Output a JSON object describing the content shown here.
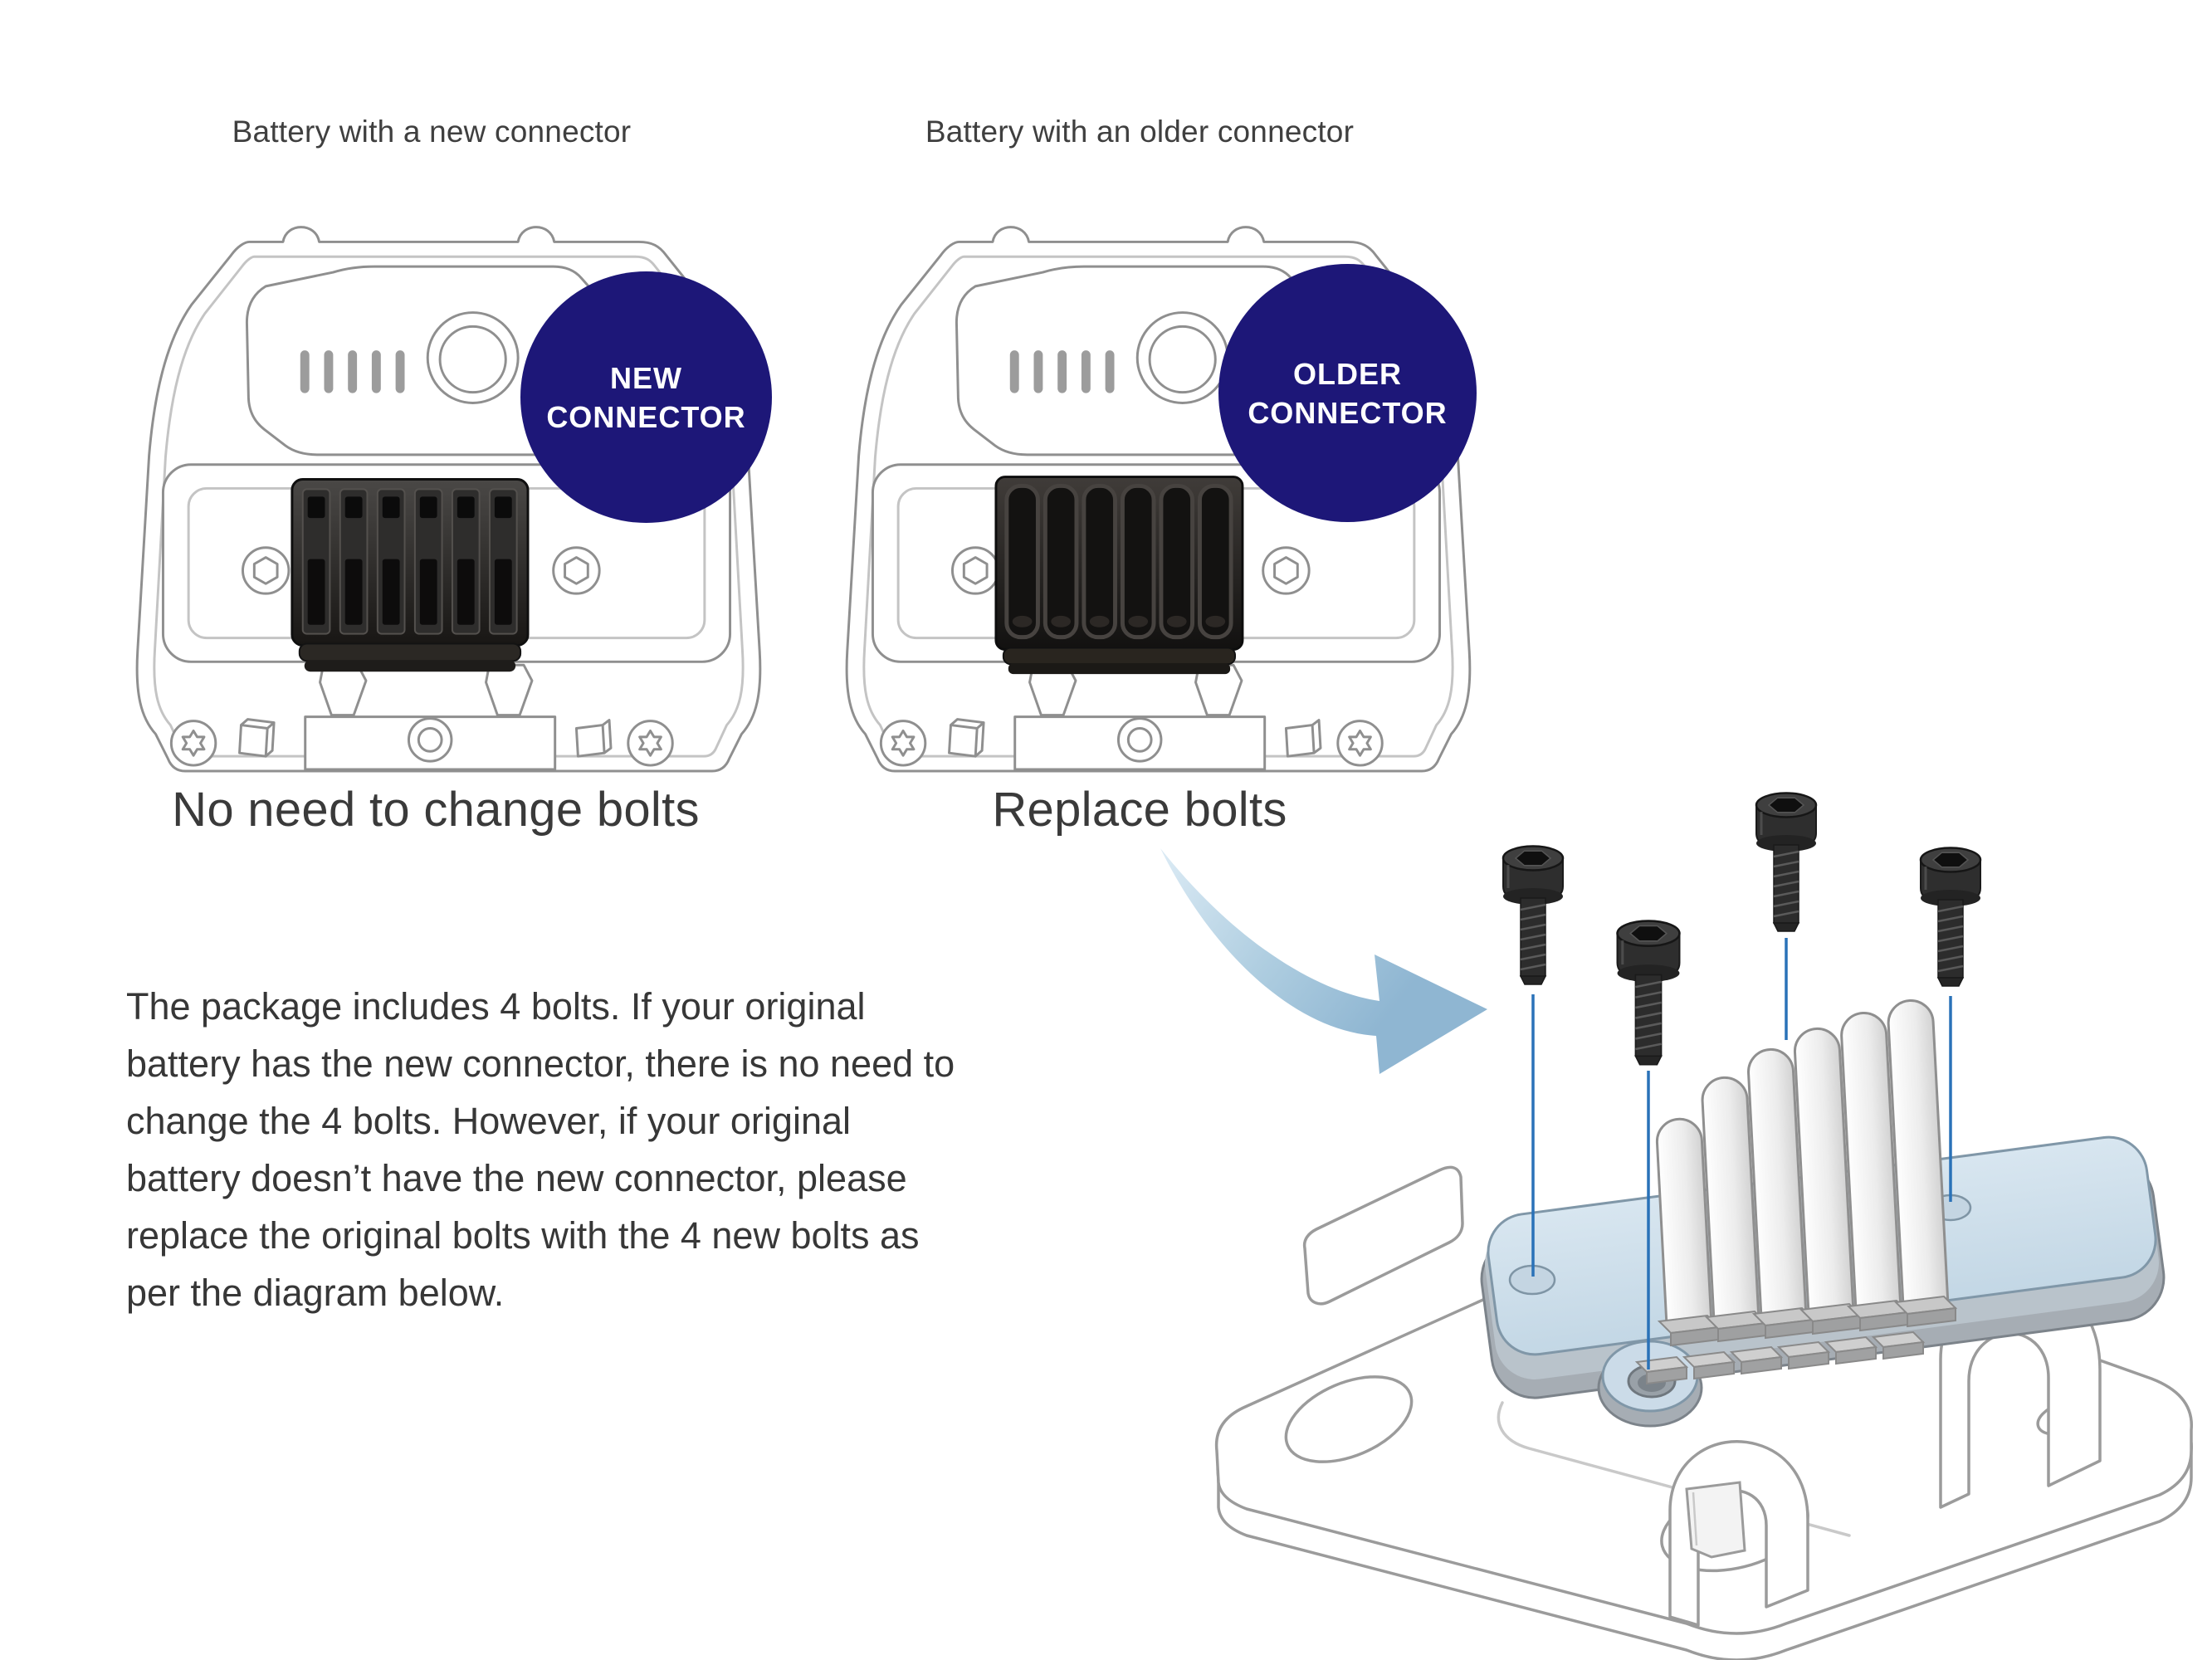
{
  "colors": {
    "background": "#ffffff",
    "badge_bg": "#1d1778",
    "badge_text": "#ffffff",
    "leader_line_blue": "#2a72b8",
    "arrow_light_blue": "#dcebf5",
    "arrow_steel_blue": "#8fb6d2",
    "line_art_gray": "#9b9b9b",
    "text_color": "#373737"
  },
  "left_panel": {
    "title": "Battery with a new connector",
    "badge": {
      "line1": "NEW",
      "line2": "CONNECTOR"
    },
    "caption": "No need to change bolts"
  },
  "right_panel": {
    "title": "Battery with an older connector",
    "badge": {
      "line1": "OLDER",
      "line2": "CONNECTOR"
    },
    "caption": "Replace bolts"
  },
  "instructions": {
    "lines": [
      "The package includes 4 bolts. If your original",
      "battery has the new connector, there is no need to",
      "change the 4 bolts. However, if your original",
      "battery doesn’t have the new connector, please",
      "replace the original bolts with the 4 new bolts as",
      "per the diagram below."
    ]
  },
  "diagram": {
    "bolt_count": 4
  }
}
